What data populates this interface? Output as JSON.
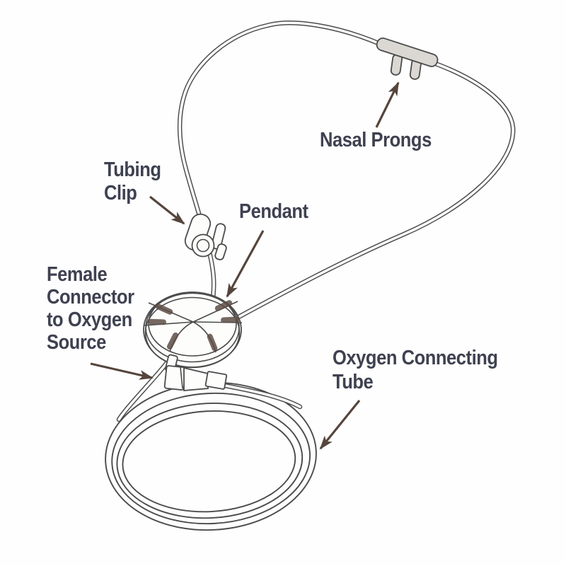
{
  "labels": {
    "nasal_prongs": {
      "lines": [
        "Nasal Prongs"
      ]
    },
    "tubing_clip": {
      "lines": [
        "Tubing",
        "Clip"
      ]
    },
    "pendant": {
      "lines": [
        "Pendant"
      ]
    },
    "female_connector": {
      "lines": [
        "Female",
        "Connector",
        "to Oxygen",
        "Source"
      ]
    },
    "oxygen_connecting_tube": {
      "lines": [
        "Oxygen Connecting",
        "Tube"
      ]
    }
  },
  "colors": {
    "label_text": "#3e4150",
    "arrow": "#55453c",
    "line_art": "#4b4b4b",
    "part_fill": "#fdfdfc",
    "shade_fill": "#dbd8d3",
    "background": "#fefefe"
  }
}
